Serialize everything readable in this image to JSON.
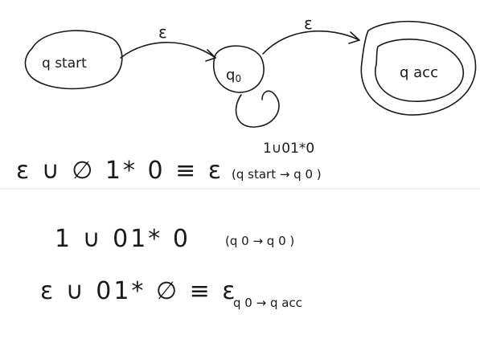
{
  "diagram": {
    "states": {
      "q_start": "q start",
      "q0": "q",
      "q0_sub": "0",
      "q_acc": "q acc"
    },
    "edges": {
      "start_to_q0": "ε",
      "q0_to_acc": "ε",
      "q0_loop": "1∪01*0"
    }
  },
  "notes": {
    "line1": {
      "expr": "ε ∪ ∅ 1* 0 ≡ ε",
      "path": "(q start → q 0 )"
    },
    "line2": {
      "expr": "1 ∪ 01* 0",
      "path": "(q 0 → q 0 )"
    },
    "line3": {
      "expr": "ε ∪ 01* ∅ ≡ ε",
      "path": "q 0 → q acc"
    }
  }
}
